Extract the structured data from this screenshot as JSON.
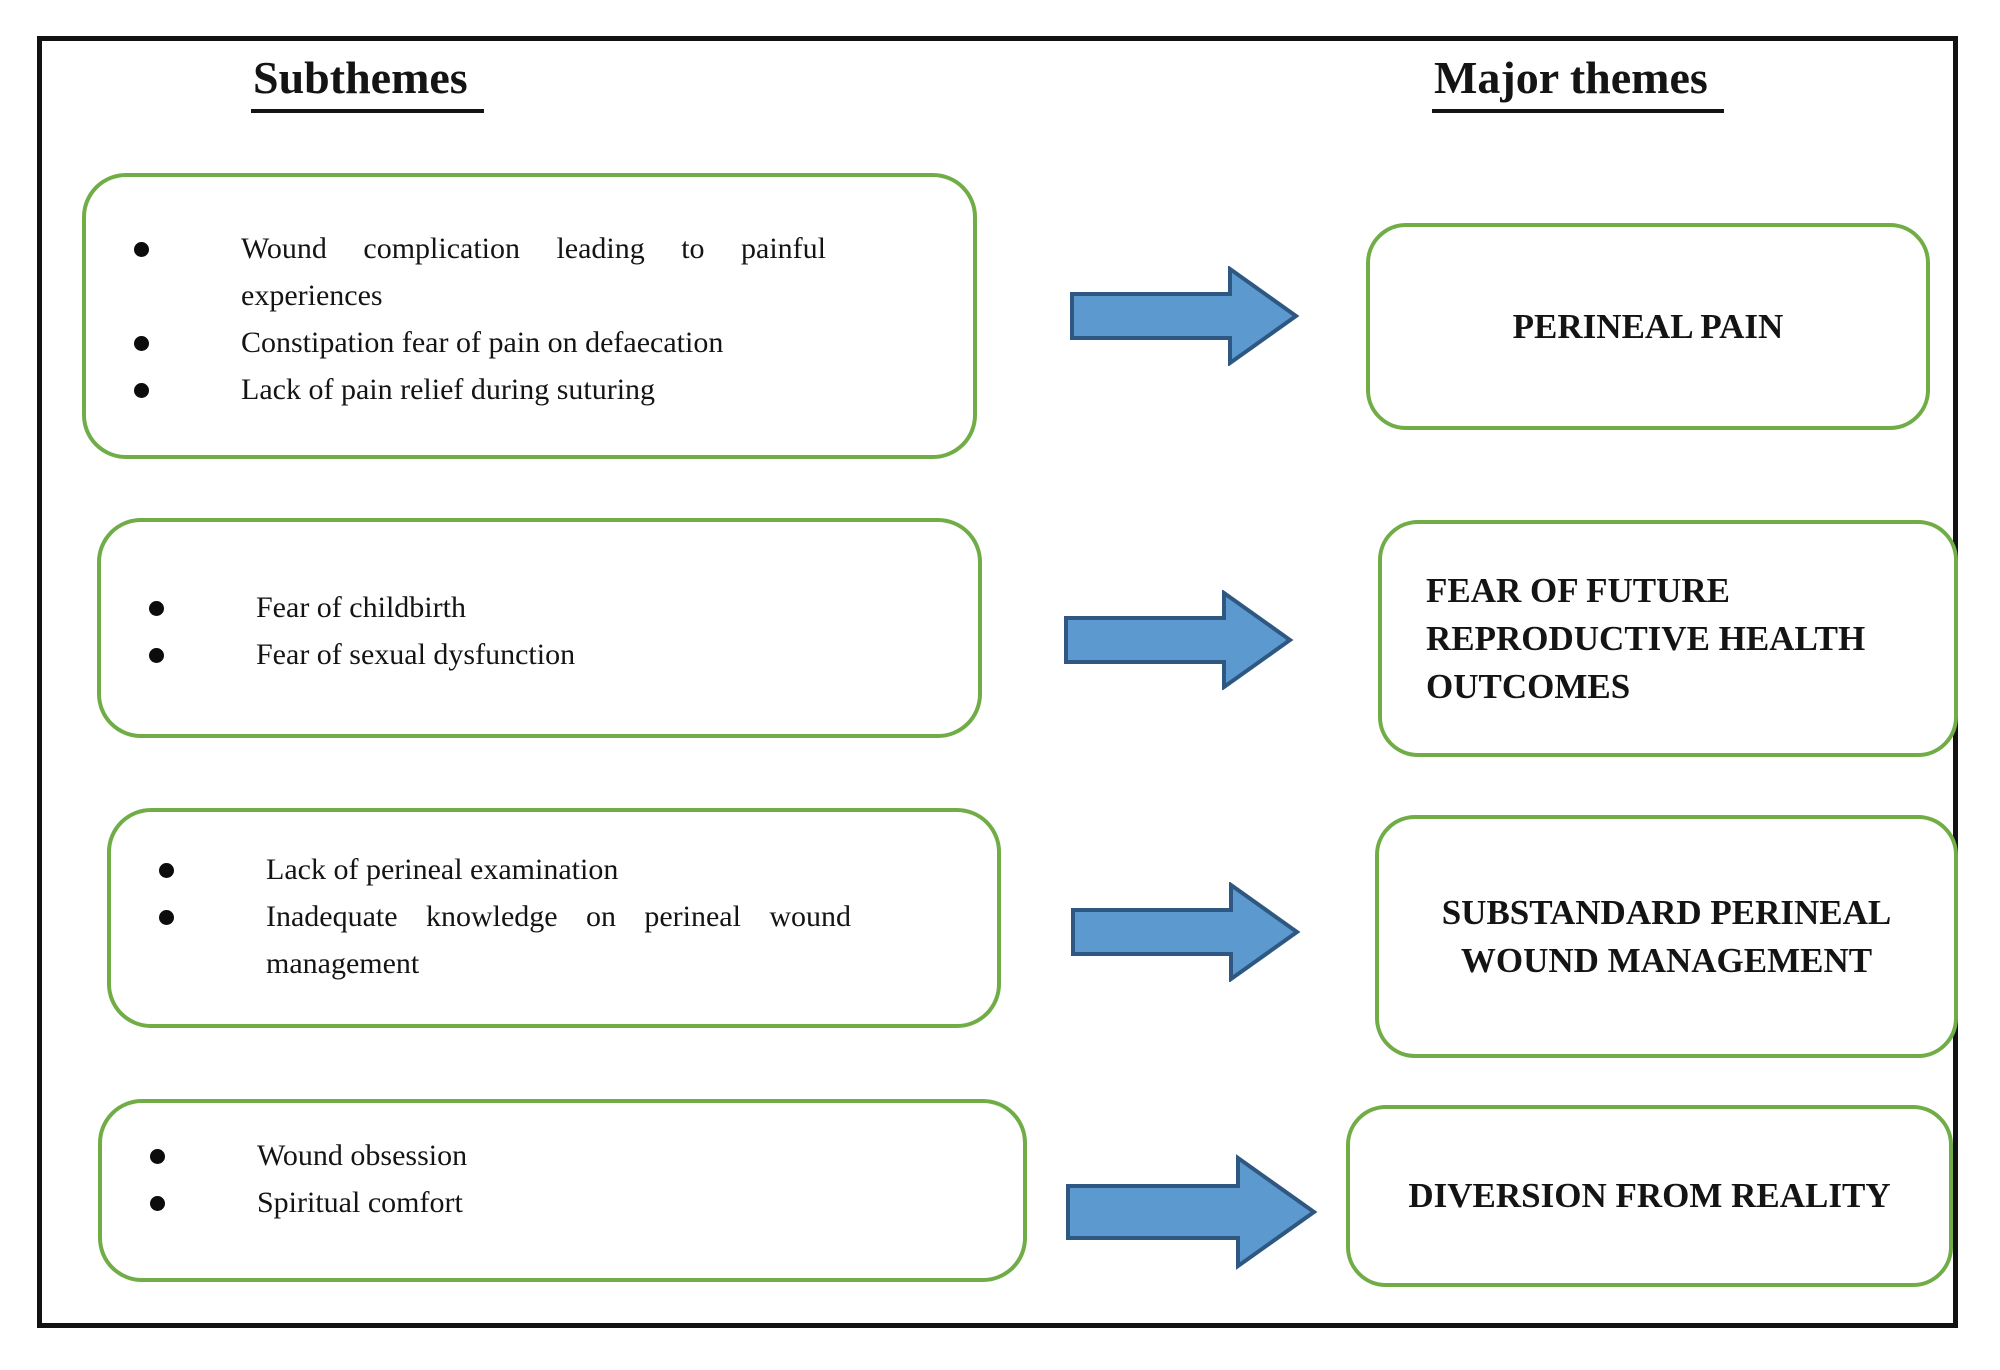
{
  "headers": {
    "subthemes": "Subthemes",
    "major_themes": "Major themes"
  },
  "rows": [
    {
      "subthemes": [
        "Wound complication leading to painful experiences",
        "Constipation fear of pain on defaecation",
        "Lack of pain relief during suturing"
      ],
      "major_theme": "PERINEAL PAIN"
    },
    {
      "subthemes": [
        "Fear of childbirth",
        "Fear of sexual dysfunction"
      ],
      "major_theme": "FEAR OF FUTURE REPRODUCTIVE HEALTH OUTCOMES"
    },
    {
      "subthemes": [
        "Lack of perineal examination",
        "Inadequate knowledge on perineal wound management"
      ],
      "major_theme": "SUBSTANDARD PERINEAL WOUND MANAGEMENT"
    },
    {
      "subthemes": [
        "Wound obsession",
        "Spiritual comfort"
      ],
      "major_theme": "DIVERSION FROM REALITY"
    }
  ],
  "colors": {
    "box_border_green": "#70AD47",
    "arrow_fill": "#5C99CF",
    "arrow_stroke": "#2E5881",
    "frame_border": "#121212",
    "text": "#141414"
  }
}
